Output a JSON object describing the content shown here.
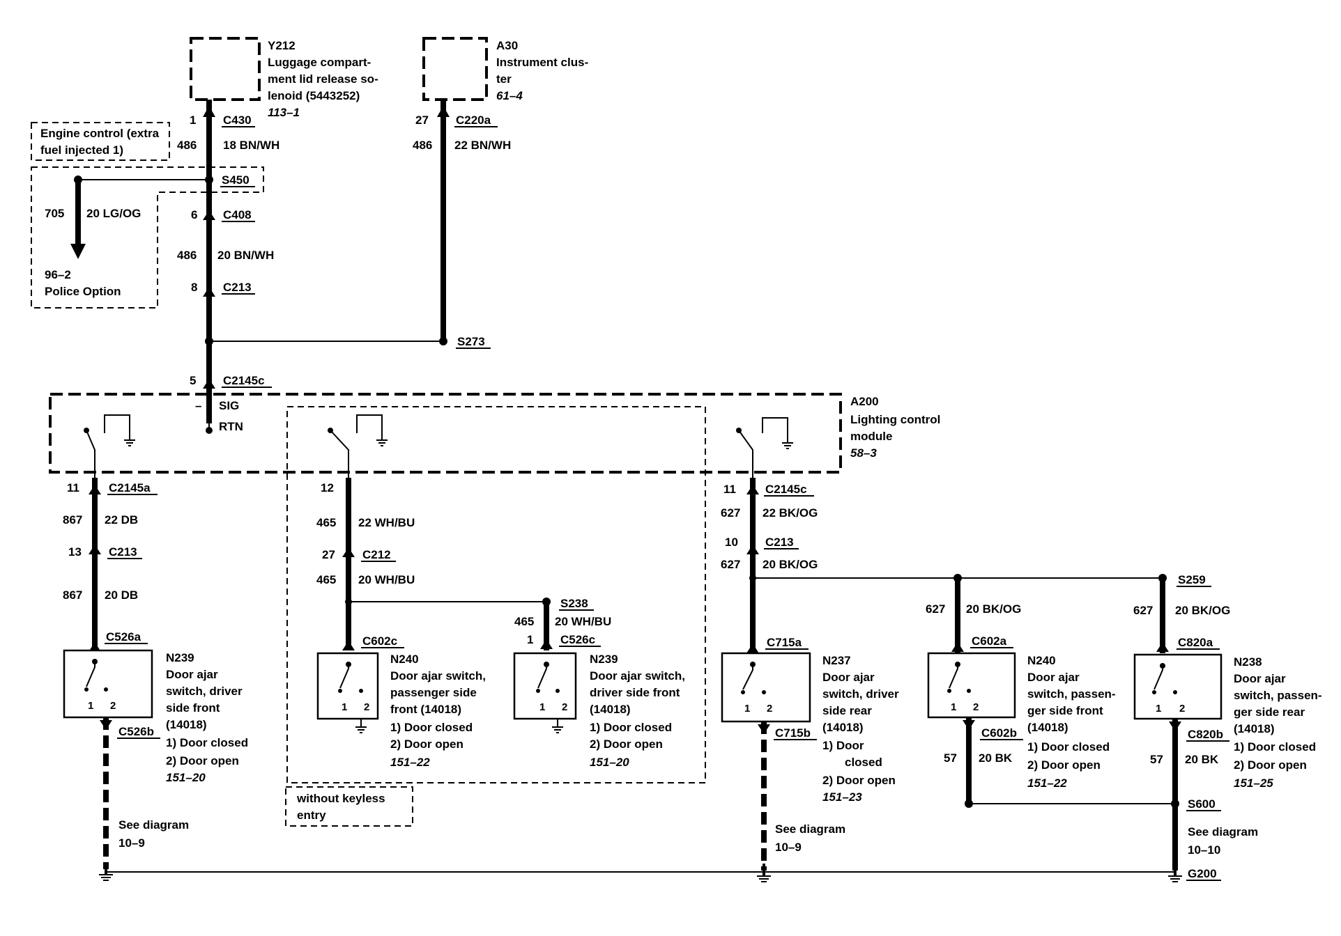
{
  "components": {
    "y212": {
      "id": "Y212",
      "l1": "Luggage compart-",
      "l2": "ment lid release so-",
      "l3": "lenoid (5443252)",
      "ref": "113–1"
    },
    "a30": {
      "id": "A30",
      "l1": "Instrument clus-",
      "l2": "ter",
      "ref": "61–4"
    },
    "a200": {
      "id": "A200",
      "l1": "Lighting control",
      "l2": "module",
      "ref": "58–3"
    },
    "engine": {
      "l1": "Engine control (extra",
      "l2": "fuel injected 1)"
    },
    "police": {
      "l1": "96–2",
      "l2": "Police Option"
    },
    "keyless": {
      "l1": "without keyless",
      "l2": "entry"
    },
    "n239a": {
      "id": "N239",
      "l1": "Door ajar",
      "l2": "switch, driver",
      "l3": "side front",
      "l4": "(14018)",
      "o1": "1)   Door closed",
      "o2": "2)   Door open",
      "ref": "151–20"
    },
    "n240a": {
      "id": "N240",
      "l1": "Door ajar switch,",
      "l2": "passenger side",
      "l3": "front (14018)",
      "o1": "1)   Door closed",
      "o2": "2)   Door open",
      "ref": "151–22"
    },
    "n239b": {
      "id": "N239",
      "l1": "Door ajar switch,",
      "l2": "driver side front",
      "l3": "(14018)",
      "o1": "1)   Door closed",
      "o2": "2)   Door open",
      "ref": "151–20"
    },
    "n237": {
      "id": "N237",
      "l1": "Door ajar",
      "l2": "switch, driver",
      "l3": "side rear",
      "l4": "(14018)",
      "o1a": "1)    Door",
      "o1b": "closed",
      "o2": "2)   Door open",
      "ref": "151–23"
    },
    "n240b": {
      "id": "N240",
      "l1": "Door ajar",
      "l2": "switch, passen-",
      "l3": "ger side front",
      "l4": "(14018)",
      "o1": "1)   Door closed",
      "o2": "2)   Door open",
      "ref": "151–22"
    },
    "n238": {
      "id": "N238",
      "l1": "Door ajar",
      "l2": "switch, passen-",
      "l3": "ger side rear",
      "l4": "(14018)",
      "o1": "1)   Door closed",
      "o2": "2)   Door open",
      "ref": "151–25"
    }
  },
  "connectors": {
    "c430": "C430",
    "c220a": "C220a",
    "s450": "S450",
    "c408": "C408",
    "c213a": "C213",
    "s273": "S273",
    "c2145c_top": "C2145c",
    "c2145a": "C2145a",
    "c213b": "C213",
    "c526a": "C526a",
    "c526b": "C526b",
    "c212": "C212",
    "s238": "S238",
    "c602c": "C602c",
    "c526c": "C526c",
    "c2145c_r": "C2145c",
    "c213c": "C213",
    "s259": "S259",
    "c715a": "C715a",
    "c715b": "C715b",
    "c602a": "C602a",
    "c602b": "C602b",
    "c820a": "C820a",
    "c820b": "C820b",
    "s600": "S600",
    "g200": "G200"
  },
  "wires": {
    "top_pin1": "1",
    "top_486": "486",
    "top_18bnwh": "18 BN/WH",
    "a30_pin27": "27",
    "a30_486": "486",
    "a30_22bnwh": "22 BN/WH",
    "po_705": "705",
    "po_20lgog": "20 LG/OG",
    "pin6": "6",
    "mid_486": "486",
    "mid_20bnwh": "20 BN/WH",
    "pin8": "8",
    "pin5": "5",
    "sig": "SIG",
    "rtn": "RTN",
    "sig_dash": "–",
    "l_pin11": "11",
    "l_867a": "867",
    "l_22db": "22 DB",
    "l_pin13": "13",
    "l_867b": "867",
    "l_20db": "20 DB",
    "m_pin12": "12",
    "m_465a": "465",
    "m_22whbu": "22 WH/BU",
    "m_pin27": "27",
    "m_465b": "465",
    "m_20whbu": "20 WH/BU",
    "s238_465": "465",
    "s238_20whbu": "20 WH/BU",
    "s238_pin1": "1",
    "r_pin11": "11",
    "r_627a": "627",
    "r_22bkog": "22 BK/OG",
    "r_pin10": "10",
    "r_627b": "627",
    "r_20bkog": "20 BK/OG",
    "b_627": "627",
    "b_20bkog": "20 BK/OG",
    "c_627": "627",
    "c_20bkog": "20 BK/OG",
    "b_57": "57",
    "b_20bk": "20 BK",
    "c_57": "57",
    "c_20bk": "20 BK",
    "sw1": "1",
    "sw2": "2",
    "see1": "See diagram",
    "see1_ref": "10–9",
    "see2": "See diagram",
    "see2_ref": "10–9",
    "see3": "See diagram",
    "see3_ref": "10–10"
  }
}
